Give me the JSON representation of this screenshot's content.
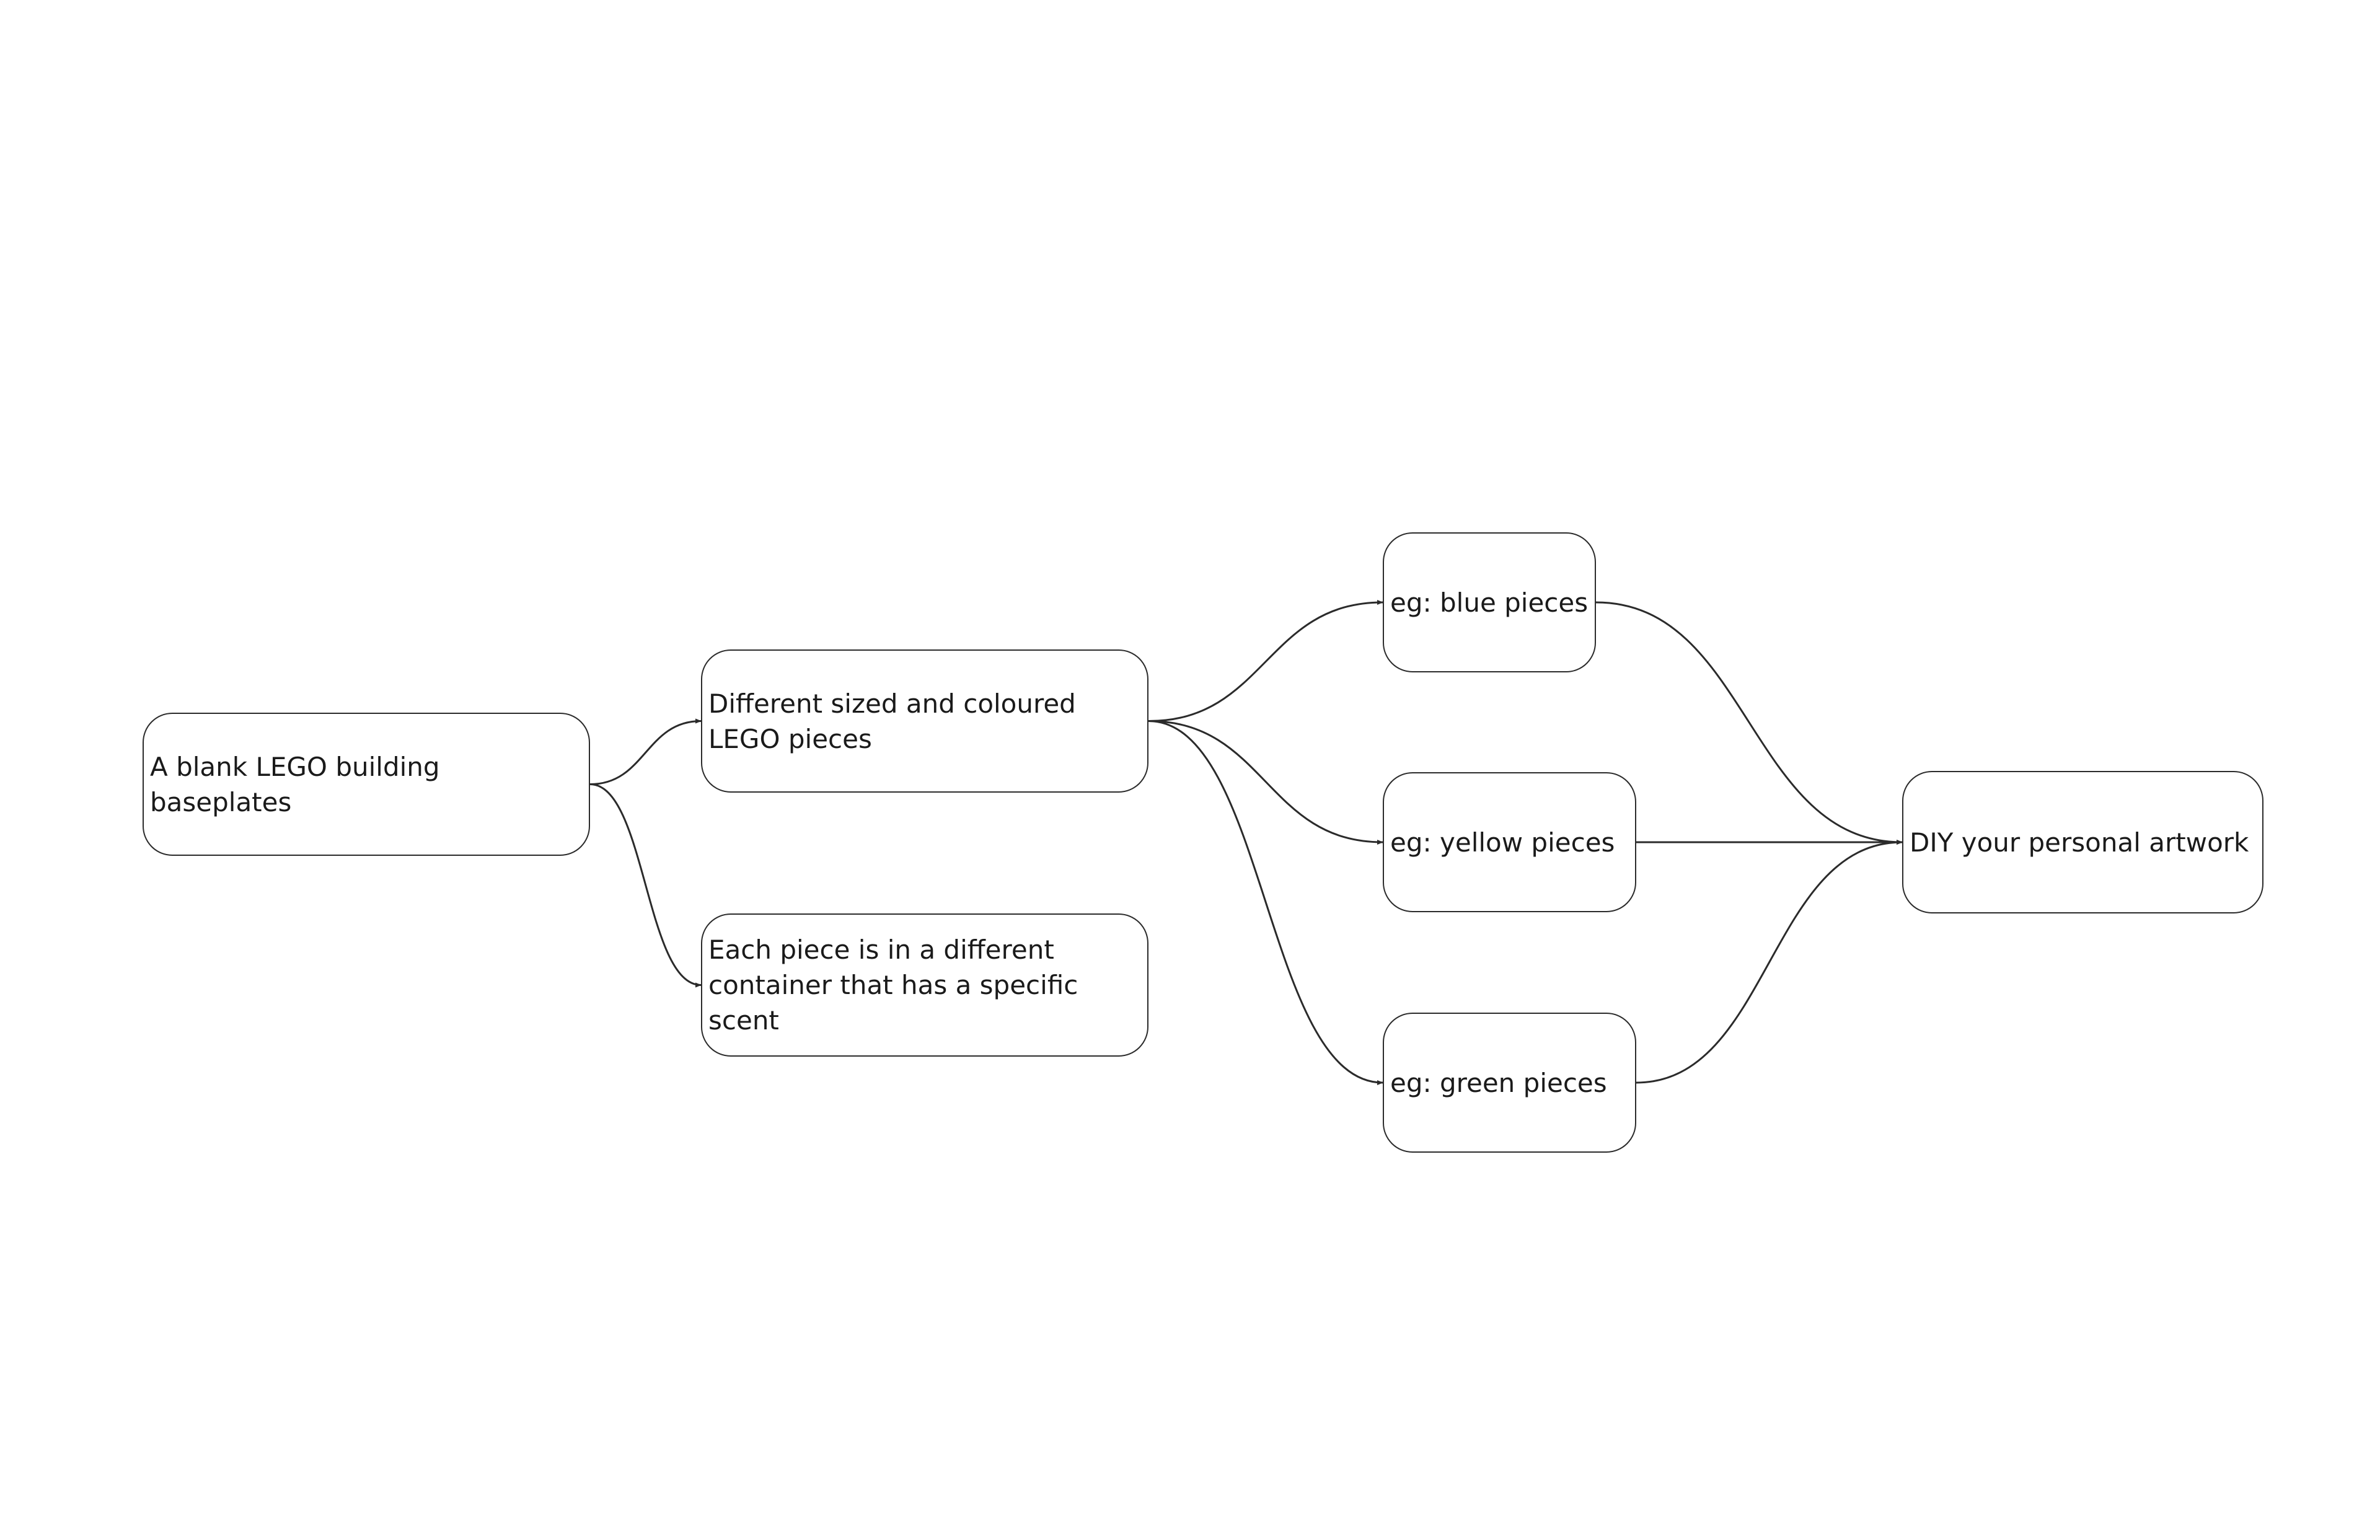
{
  "nodes": {
    "baseplate": {
      "label": "A blank LEGO building baseplates"
    },
    "pieces": {
      "label": "Different sized and coloured LEGO pieces"
    },
    "scent": {
      "label": "Each piece is in a different container that has a specific scent"
    },
    "blue": {
      "label": "eg: blue pieces"
    },
    "yellow": {
      "label": "eg: yellow pieces"
    },
    "green": {
      "label": "eg: green pieces"
    },
    "artwork": {
      "label": "DIY your personal artwork"
    }
  },
  "edges": [
    {
      "from": "baseplate",
      "to": "pieces"
    },
    {
      "from": "baseplate",
      "to": "scent"
    },
    {
      "from": "pieces",
      "to": "blue"
    },
    {
      "from": "pieces",
      "to": "yellow"
    },
    {
      "from": "pieces",
      "to": "green"
    },
    {
      "from": "blue",
      "to": "artwork"
    },
    {
      "from": "yellow",
      "to": "artwork"
    },
    {
      "from": "green",
      "to": "artwork"
    }
  ],
  "colors": {
    "stroke": "#2b2b2b",
    "text": "#1a1a1a",
    "background": "#ffffff"
  }
}
